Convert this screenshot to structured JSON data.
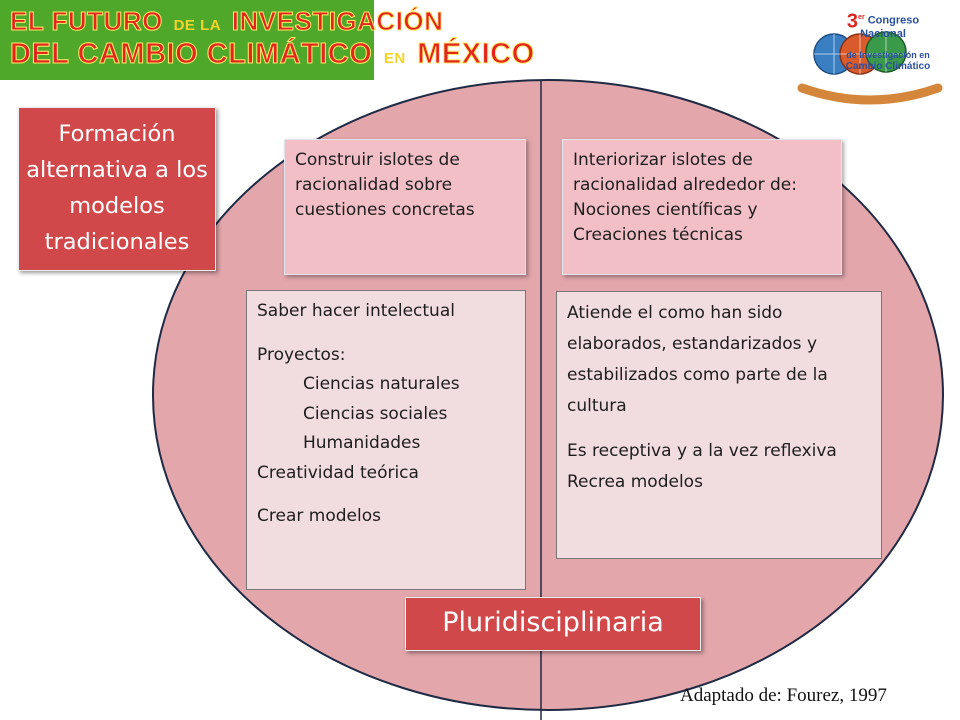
{
  "banner": {
    "w1": "EL",
    "w2": "FUTURO",
    "w3": "DE LA",
    "w4": "INVESTIGACIÓN",
    "w5": "DEL",
    "w6": "CAMBIO CLIMÁTICO",
    "w7": "EN",
    "w8": "MÉXICO"
  },
  "congress_logo": {
    "number": "3",
    "superscript": "er",
    "line1": "Congreso Nacional",
    "line2": "de Investigación en",
    "line3": "Cambio Climático"
  },
  "left_label": "Formación alternativa a los modelos tradicionales",
  "top_left_box": "Construir islotes de racionalidad sobre cuestiones concretas",
  "top_right_box": "Interiorizar islotes de racionalidad alrededor de: Nociones científicas y Creaciones técnicas",
  "left_panel": {
    "line1": "Saber hacer intelectual",
    "line2": "Proyectos:",
    "item1": "Ciencias naturales",
    "item2": "Ciencias sociales",
    "item3": "Humanidades",
    "line3": "Creatividad teórica",
    "line4": "Crear modelos"
  },
  "right_panel": {
    "para1": "Atiende el como han sido elaborados,  estandarizados y estabilizados como parte de la cultura",
    "para2": "Es receptiva y a la vez reflexiva",
    "para3": "Recrea modelos"
  },
  "bottom_label": "Pluridisciplinaria",
  "credit": "Adaptado de: Fourez, 1997",
  "colors": {
    "ellipse_fill": "#e2a6ab",
    "ellipse_stroke": "#1f2a44",
    "red_box": "#d0484a",
    "pink_box": "#f1bfc5",
    "light_box": "#f1dcdf",
    "banner_green": "#4fa82a"
  }
}
